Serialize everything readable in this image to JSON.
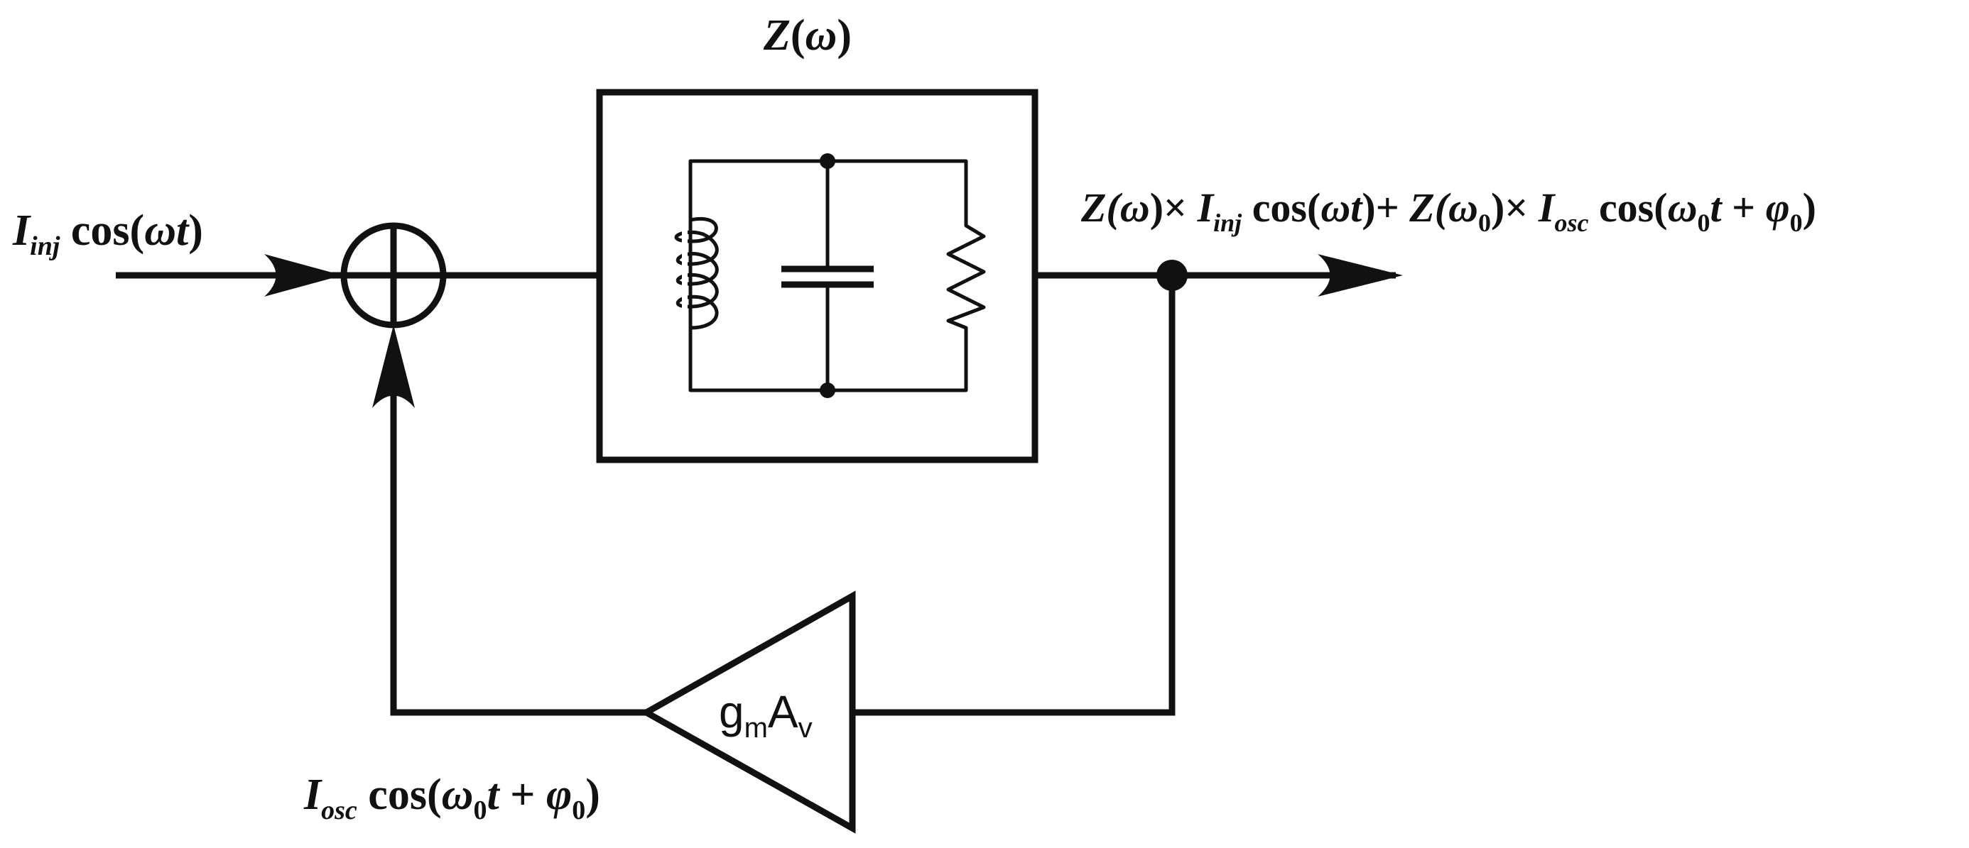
{
  "block_title": {
    "base": "Z",
    "open": "(",
    "omega": "ω",
    "close": ")"
  },
  "input_label": {
    "I": "I",
    "inj": "inj",
    "cos": " cos(",
    "omega": "ω",
    "t": "t",
    "close": ")"
  },
  "output_label": {
    "z1": "Z(",
    "omega1": "ω",
    "z1close": ")× ",
    "I1": "I",
    "inj": "inj",
    "cos1": " cos(",
    "omega2": "ω",
    "t1": "t",
    "close1": ")+ ",
    "z2": "Z(",
    "omega3": "ω",
    "sub0a": "0",
    "z2close": ")× ",
    "I2": "I",
    "osc": "osc",
    "cos2": " cos(",
    "omega4": "ω",
    "sub0b": "0",
    "t2": "t",
    "plus": " + ",
    "phi": "φ",
    "sub0c": "0",
    "close2": ")"
  },
  "feedback_label": {
    "I": "I",
    "osc": "osc",
    "cos": " cos(",
    "omega": "ω",
    "sub0a": "0",
    "t": "t",
    "plus": " + ",
    "phi": "φ",
    "sub0b": "0",
    "close": ")"
  },
  "amplifier_label": {
    "g": "g",
    "m": "m",
    "A": "A",
    "v": "v"
  },
  "colors": {
    "ink": "#111111",
    "background": "#ffffff"
  }
}
